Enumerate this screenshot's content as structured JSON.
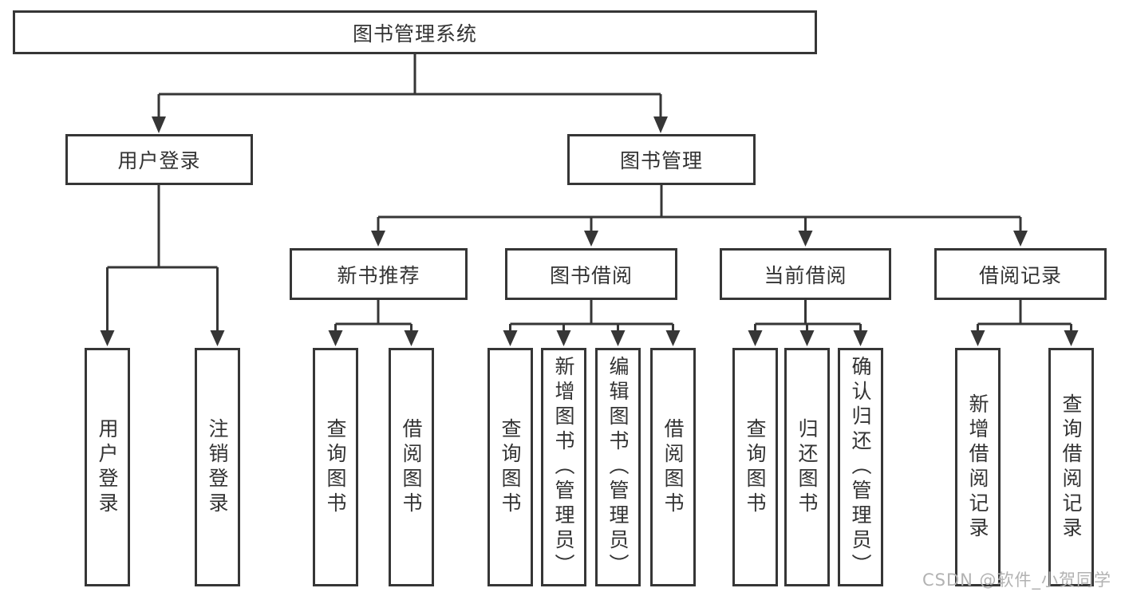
{
  "tree": {
    "root": {
      "label": "图书管理系统"
    },
    "level2": [
      {
        "label": "用户登录"
      },
      {
        "label": "图书管理"
      }
    ],
    "login_children": [
      {
        "label": "用户登录"
      },
      {
        "label": "注销登录"
      }
    ],
    "modules": [
      {
        "label": "新书推荐",
        "children": [
          {
            "label": "查询图书"
          },
          {
            "label": "借阅图书"
          }
        ]
      },
      {
        "label": "图书借阅",
        "children": [
          {
            "label": "查询图书"
          },
          {
            "label": "新增图书（管理员）"
          },
          {
            "label": "编辑图书（管理员）"
          },
          {
            "label": "借阅图书"
          }
        ]
      },
      {
        "label": "当前借阅",
        "children": [
          {
            "label": "查询图书"
          },
          {
            "label": "归还图书"
          },
          {
            "label": "确认归还（管理员）"
          }
        ]
      },
      {
        "label": "借阅记录",
        "children": [
          {
            "label": "新增借阅记录"
          },
          {
            "label": "查询借阅记录"
          }
        ]
      }
    ]
  },
  "watermark": {
    "text": "CSDN @软件_小贺同学"
  },
  "colors": {
    "line": "#363636",
    "text": "#333333",
    "background": "#ffffff",
    "watermark": "#b2b2b2"
  }
}
